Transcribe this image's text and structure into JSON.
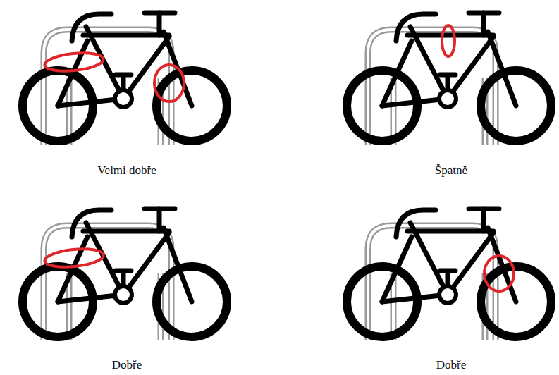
{
  "diagram": {
    "labels": [
      "Velmi dobře",
      "Špatně",
      "Dobře",
      "Dobře"
    ]
  }
}
